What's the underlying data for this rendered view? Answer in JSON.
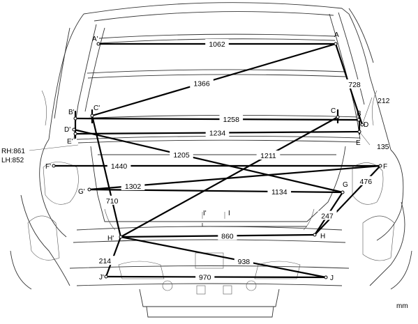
{
  "diagram": {
    "unit": "mm",
    "side_note": [
      "RH:861",
      "LH:852"
    ],
    "points": [
      {
        "id": "A",
        "label": "A"
      },
      {
        "id": "A'",
        "label": "A'"
      },
      {
        "id": "B",
        "label": "B"
      },
      {
        "id": "B'",
        "label": "B'"
      },
      {
        "id": "C",
        "label": "C"
      },
      {
        "id": "C'",
        "label": "C'"
      },
      {
        "id": "D",
        "label": "D"
      },
      {
        "id": "D'",
        "label": "D'"
      },
      {
        "id": "E",
        "label": "E"
      },
      {
        "id": "E'",
        "label": "E'"
      },
      {
        "id": "F",
        "label": "F"
      },
      {
        "id": "F'",
        "label": "F'"
      },
      {
        "id": "G",
        "label": "G"
      },
      {
        "id": "G'",
        "label": "G'"
      },
      {
        "id": "H",
        "label": "H"
      },
      {
        "id": "H'",
        "label": "H'"
      },
      {
        "id": "I",
        "label": "I"
      },
      {
        "id": "I'",
        "label": "I'"
      },
      {
        "id": "J",
        "label": "J"
      },
      {
        "id": "J'",
        "label": "J'"
      }
    ],
    "dimensions": [
      {
        "from": "A'",
        "to": "A",
        "value": "1062"
      },
      {
        "from": "A",
        "to": "C'",
        "value": "1366"
      },
      {
        "from": "A",
        "to": "D",
        "value": "728"
      },
      {
        "from": "B'",
        "to": "B",
        "value": "1258"
      },
      {
        "from": "E'",
        "to": "E",
        "value": "1234"
      },
      {
        "from": "D",
        "to": "212",
        "value": "212"
      },
      {
        "from": "E",
        "to": "135",
        "value": "135"
      },
      {
        "from": "D'",
        "to": "G",
        "value": "1205"
      },
      {
        "from": "C",
        "to": "H'",
        "value": "1211"
      },
      {
        "from": "F'",
        "to": "F",
        "value": "1440"
      },
      {
        "from": "G'",
        "to": "F",
        "value": "1302"
      },
      {
        "from": "G'",
        "to": "G",
        "value": "1134"
      },
      {
        "from": "F",
        "to": "H",
        "value": "476"
      },
      {
        "from": "C'",
        "to": "H'",
        "value": "710"
      },
      {
        "from": "G",
        "to": "H",
        "value": "247"
      },
      {
        "from": "H'",
        "to": "H",
        "value": "860"
      },
      {
        "from": "H'",
        "to": "J'",
        "value": "214"
      },
      {
        "from": "H'",
        "to": "J",
        "value": "938"
      },
      {
        "from": "J'",
        "to": "J",
        "value": "970"
      }
    ]
  }
}
